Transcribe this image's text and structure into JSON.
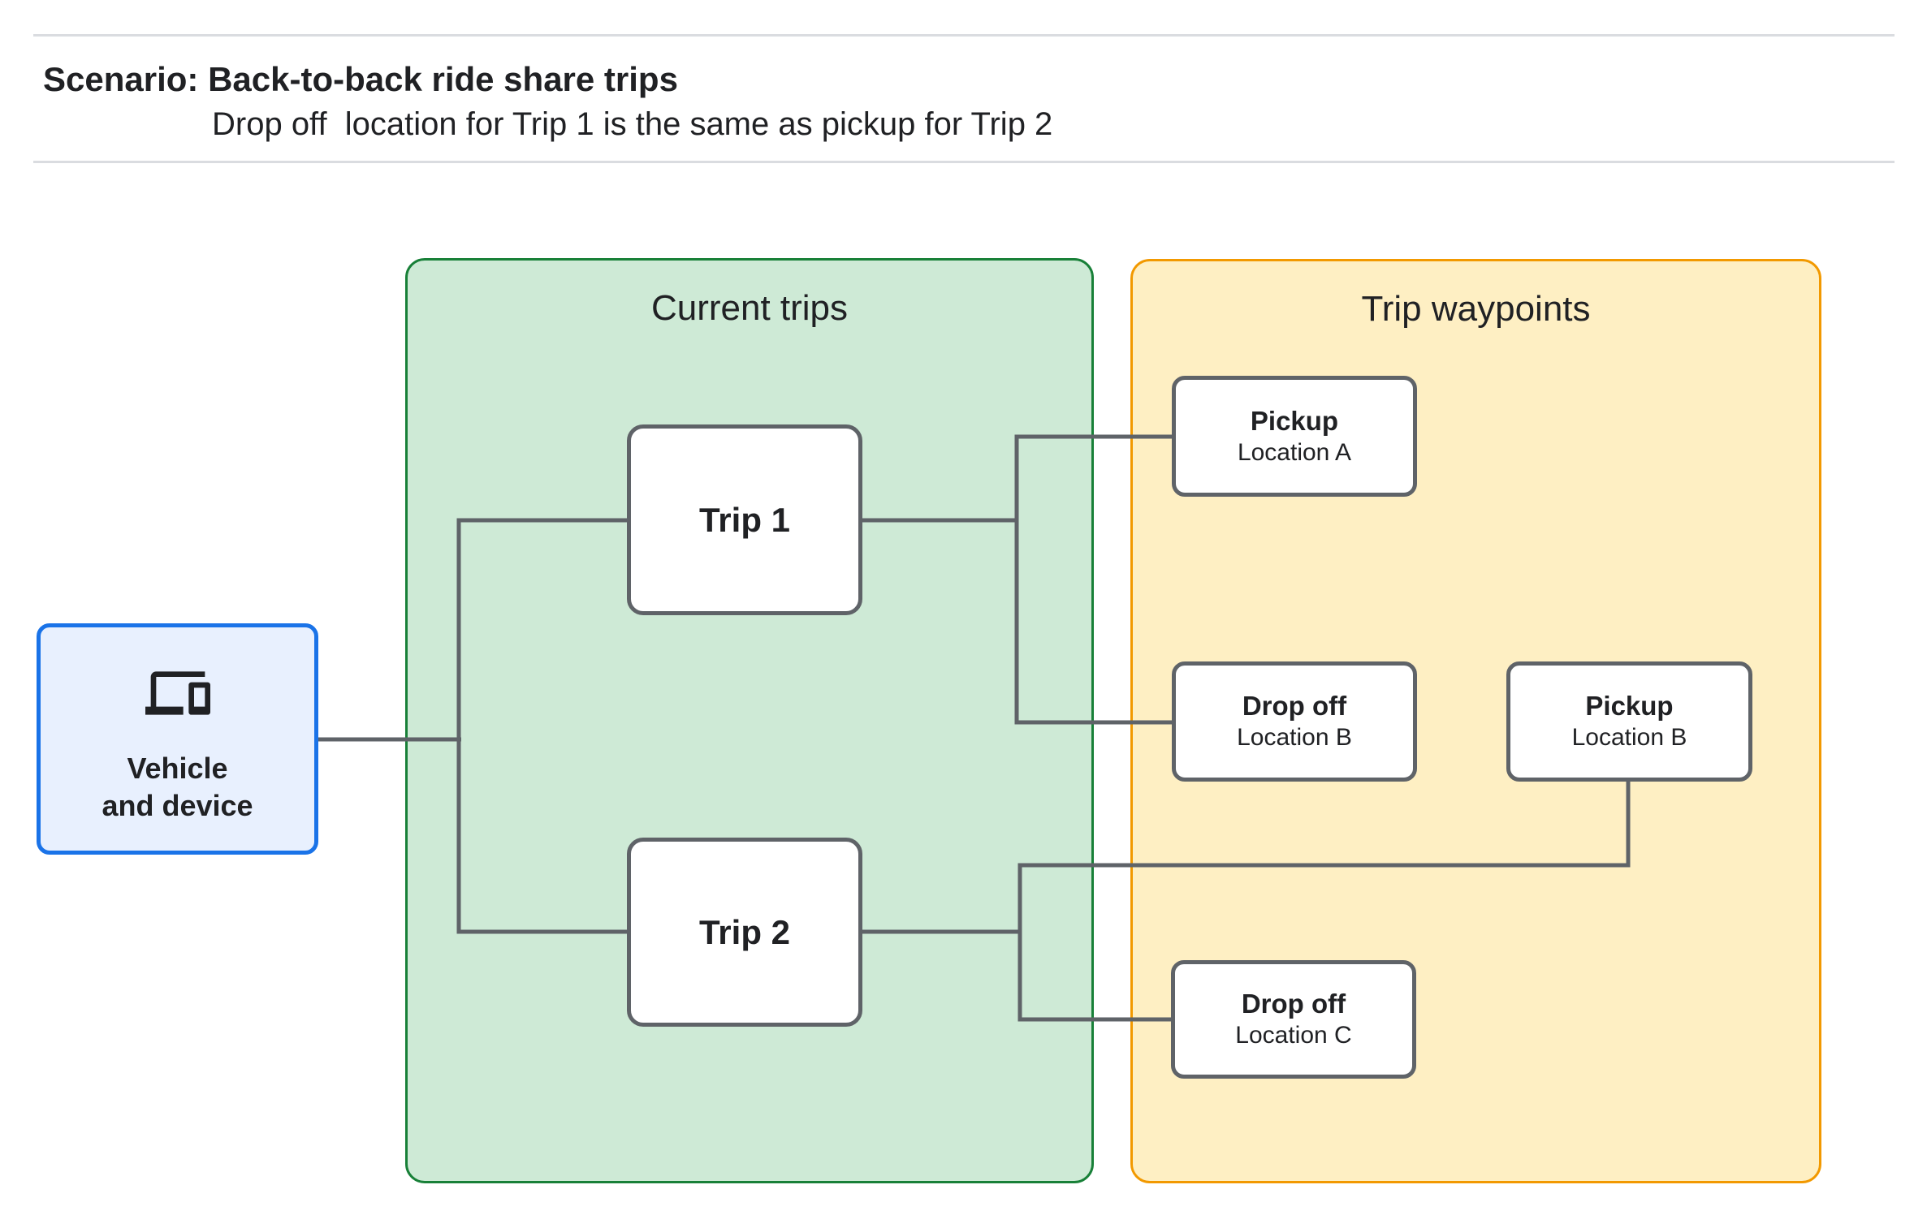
{
  "header": {
    "title": "Scenario: Back-to-back ride share trips",
    "subtitle": "Drop off  location for Trip 1 is the same as pickup for Trip 2"
  },
  "vehicle": {
    "icon": "devices-icon",
    "label_line1": "Vehicle",
    "label_line2": "and device"
  },
  "groups": {
    "current_trips": {
      "title": "Current trips",
      "nodes": [
        {
          "label": "Trip 1"
        },
        {
          "label": "Trip 2"
        }
      ]
    },
    "trip_waypoints": {
      "title": "Trip waypoints",
      "nodes": [
        {
          "title": "Pickup",
          "subtitle": "Location A"
        },
        {
          "title": "Drop off",
          "subtitle": "Location B"
        },
        {
          "title": "Pickup",
          "subtitle": "Location B"
        },
        {
          "title": "Drop off",
          "subtitle": "Location C"
        }
      ]
    }
  },
  "colors": {
    "page_bg": "#FFFFFF",
    "divider": "#DADCE0",
    "text": "#202124",
    "connector_gray": "#5F6368",
    "node_border_gray": "#5F6368",
    "node_fill": "#FFFFFF",
    "current_trips_fill": "#CEEAD6",
    "current_trips_border": "#188038",
    "trip_waypoints_fill": "#FEEFC3",
    "trip_waypoints_border": "#F29900",
    "vehicle_fill": "#E8F0FE",
    "vehicle_border": "#1A73E8"
  }
}
